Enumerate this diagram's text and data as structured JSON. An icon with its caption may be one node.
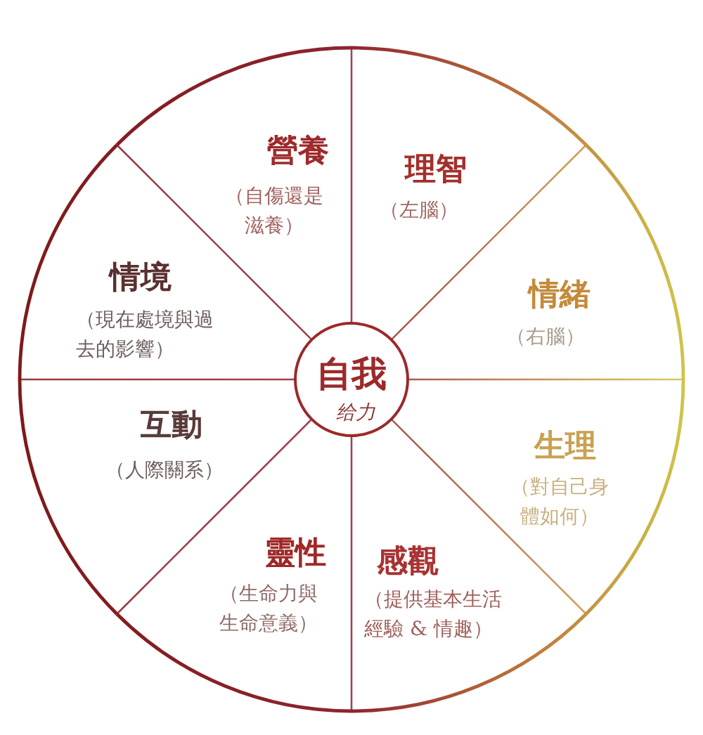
{
  "diagram": {
    "nodes": [
      {
        "text": [
          "自我",
          "给力"
        ]
      },
      {
        "text": [
          "營養",
          "（自傷還是滋養）"
        ]
      },
      {
        "text": [
          "理智",
          "（左腦）"
        ]
      },
      {
        "text": [
          "情緒",
          "（右腦）"
        ]
      },
      {
        "text": [
          "生理",
          "（對自己身體如何）"
        ]
      },
      {
        "text": [
          "感觀",
          "（提供基本生活經驗 & 情趣）"
        ]
      },
      {
        "text": [
          "靈性",
          "（生命力與生命意義）"
        ]
      },
      {
        "text": [
          "互動",
          "（人際關系）"
        ]
      },
      {
        "text": [
          "情境",
          "（現在處境與過去的影響）"
        ]
      }
    ]
  }
}
